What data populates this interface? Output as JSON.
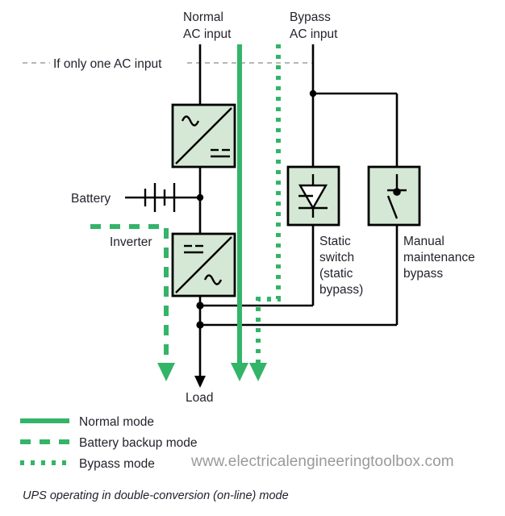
{
  "diagram": {
    "title_caption": "UPS operating in double-conversion (on-line) mode",
    "watermark": "www.electricalengineeringtoolbox.com",
    "accent_green": "#33b469",
    "block_fill": "#d5e8d5",
    "wire_color": "#000000",
    "hint_color": "#8c8c8c",
    "labels": {
      "normal_ac_input_line1": "Normal",
      "normal_ac_input_line2": "AC input",
      "bypass_ac_input_line1": "Bypass",
      "bypass_ac_input_line2": "AC input",
      "if_only_one_ac_input": "If only one AC input",
      "battery": "Battery",
      "inverter": "Inverter",
      "static_switch_line1": "Static",
      "static_switch_line2": "switch",
      "static_switch_line3": "(static",
      "static_switch_line4": "bypass)",
      "manual_bypass_line1": "Manual",
      "manual_bypass_line2": "maintenance",
      "manual_bypass_line3": "bypass",
      "load": "Load"
    },
    "legend": {
      "items": [
        {
          "label": "Normal mode",
          "style": "solid"
        },
        {
          "label": "Battery backup mode",
          "style": "dashed"
        },
        {
          "label": "Bypass mode",
          "style": "dotted"
        }
      ]
    },
    "blocks": [
      {
        "name": "rectifier",
        "symbol_in": "ac-sine",
        "symbol_out": "dc-dashes"
      },
      {
        "name": "inverter",
        "symbol_in": "dc-dashes",
        "symbol_out": "ac-sine"
      },
      {
        "name": "static-switch",
        "symbol": "thyristor"
      },
      {
        "name": "manual-maintenance-bypass",
        "symbol": "open-switch"
      }
    ]
  }
}
